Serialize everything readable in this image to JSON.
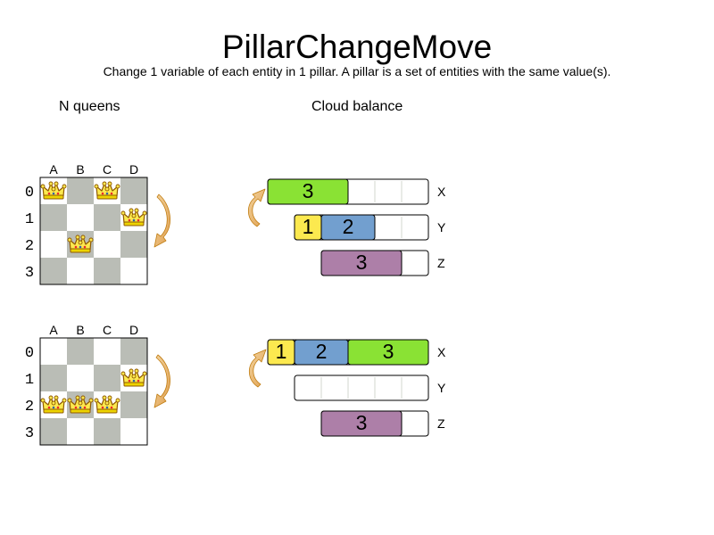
{
  "title": "PillarChangeMove",
  "subtitle": "Change 1 variable of each entity in 1 pillar. A pillar is a set of entities with the same value(s).",
  "sections": {
    "queens": "N queens",
    "cloud": "Cloud balance"
  },
  "queens": {
    "columns": [
      "A",
      "B",
      "C",
      "D"
    ],
    "rows": [
      "0",
      "1",
      "2",
      "3"
    ],
    "boards": [
      {
        "queens": [
          [
            0,
            0
          ],
          [
            2,
            0
          ],
          [
            3,
            1
          ],
          [
            1,
            2
          ]
        ]
      },
      {
        "queens": [
          [
            3,
            1
          ],
          [
            0,
            2
          ],
          [
            1,
            2
          ],
          [
            2,
            2
          ]
        ]
      }
    ]
  },
  "cloud": {
    "diagrams": [
      {
        "computers": [
          {
            "name": "X",
            "capacity": 6,
            "processes": [
              {
                "label": "3",
                "size": 3,
                "color": "#8ae234"
              }
            ]
          },
          {
            "name": "Y",
            "capacity": 5,
            "processes": [
              {
                "label": "1",
                "size": 1,
                "color": "#fce94f"
              },
              {
                "label": "2",
                "size": 2,
                "color": "#729fcf"
              }
            ]
          },
          {
            "name": "Z",
            "capacity": 4,
            "processes": [
              {
                "label": "3",
                "size": 3,
                "color": "#ad7fa8"
              }
            ]
          }
        ]
      },
      {
        "computers": [
          {
            "name": "X",
            "capacity": 6,
            "processes": [
              {
                "label": "1",
                "size": 1,
                "color": "#fce94f"
              },
              {
                "label": "2",
                "size": 2,
                "color": "#729fcf"
              },
              {
                "label": "3",
                "size": 3,
                "color": "#8ae234"
              }
            ]
          },
          {
            "name": "Y",
            "capacity": 5,
            "processes": []
          },
          {
            "name": "Z",
            "capacity": 4,
            "processes": [
              {
                "label": "3",
                "size": 3,
                "color": "#ad7fa8"
              }
            ]
          }
        ]
      }
    ]
  },
  "colors": {
    "dark_square": "#babdb6",
    "light_square": "#ffffff",
    "arrow": "#e9b96e",
    "border": "#000000",
    "crown_fill": "#fce94f",
    "crown_stroke": "#8f5902"
  },
  "icons": {
    "queen": "queen-crown-icon",
    "arrow": "curved-arrow-icon"
  }
}
